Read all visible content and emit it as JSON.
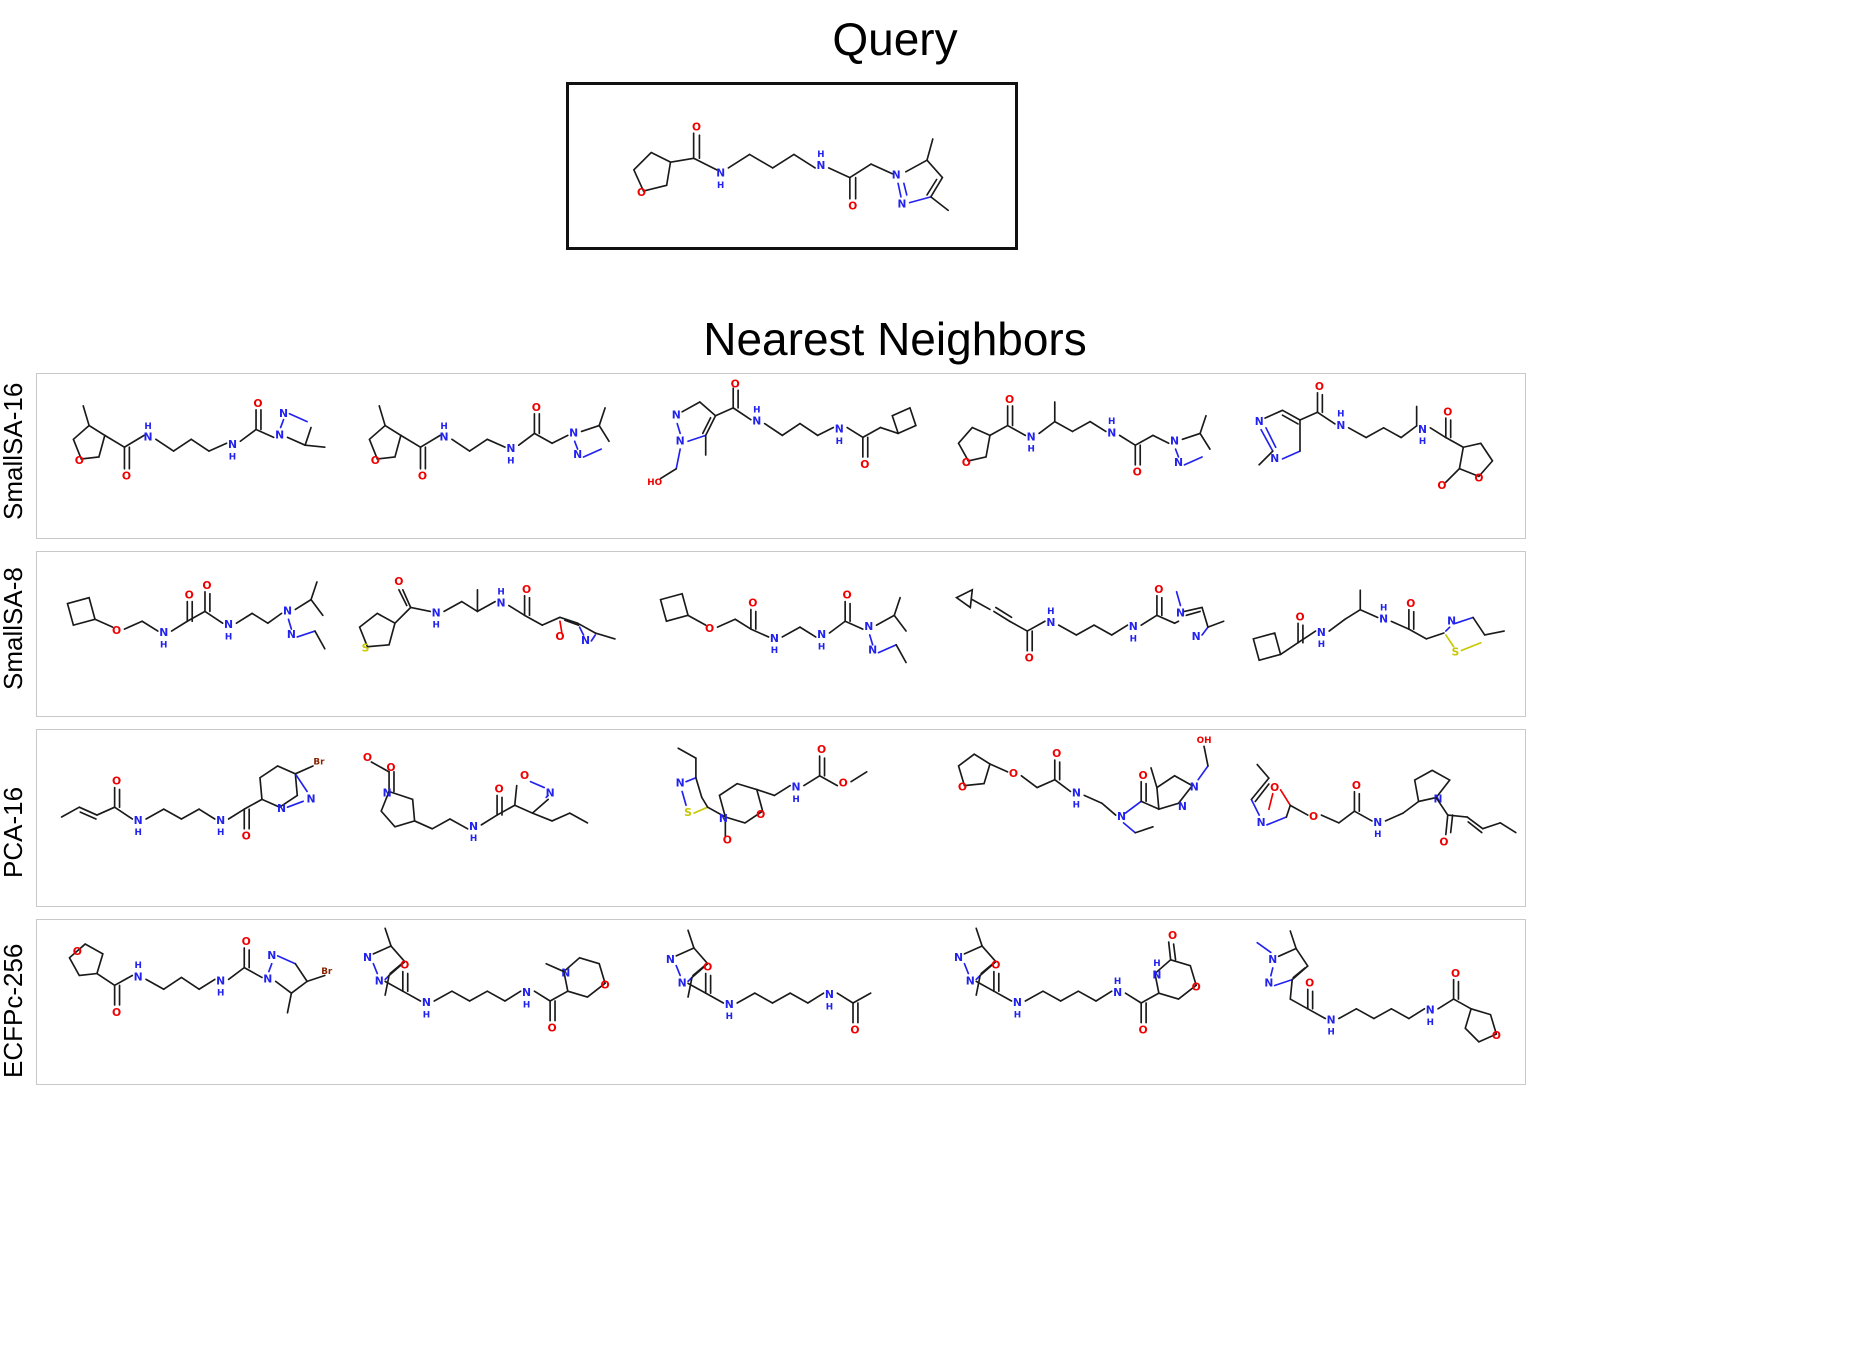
{
  "figure": {
    "query_title": "Query",
    "neighbors_title": "Nearest Neighbors"
  },
  "query": {
    "name": "query-molecule",
    "description": "N-(4-{[2-(3,5-dimethyl-1H-pyrazol-1-yl)acetyl]amino}butyl)oxolane-3-carboxamide",
    "fragments": [
      "tetrahydrofuran-3-carboxamide",
      "butane-1,4-diamine linker",
      "glycinamide",
      "3,5-dimethylpyrazole"
    ],
    "atom_labels": [
      "O",
      "O",
      "N",
      "H",
      "N",
      "H",
      "O",
      "N",
      "N"
    ]
  },
  "colors": {
    "oxygen": "#ee0000",
    "nitrogen": "#2222ee",
    "sulfur": "#c8c800",
    "bromine": "#882200",
    "carbon": "#1a1a1a",
    "panel_border": "#c9c9c9",
    "query_border": "#111111",
    "background": "#ffffff"
  },
  "rows": [
    {
      "label": "SmallSA-16",
      "molecules": [
        {
          "id": "ssa16-nn1",
          "description": "5-methyloxolane-3-carboxamide linked by butyl diamine to 4-methylpyrazol-1-yl acetamide",
          "atom_labels": [
            "O",
            "O",
            "N",
            "H",
            "N",
            "H",
            "O",
            "N",
            "N"
          ]
        },
        {
          "id": "ssa16-nn2",
          "description": "5-methyloxolane-3-carboxamide linked by propyl diamine to 3-methylpyrazol-1-yl propanamide",
          "atom_labels": [
            "O",
            "O",
            "N",
            "H",
            "N",
            "H",
            "O",
            "N",
            "N"
          ]
        },
        {
          "id": "ssa16-nn3",
          "description": "1-(2-hydroxyethyl)-5-methylpyrazole-4-carboxamide with butyl diamine and cyclobutyl acetamide",
          "atom_labels": [
            "N",
            "N",
            "HO",
            "O",
            "N",
            "H",
            "N",
            "H",
            "O"
          ]
        },
        {
          "id": "ssa16-nn4",
          "description": "oxolane-3-carboxamide with branched methylbutyl diamine to 3-methylpyrazol-1-yl propanamide",
          "atom_labels": [
            "O",
            "O",
            "N",
            "H",
            "N",
            "H",
            "O",
            "N",
            "N"
          ]
        },
        {
          "id": "ssa16-nn5",
          "description": "5-methylpyrimidine-2-carboxamide, butyl chain, branched amide to oxolan-2-one",
          "atom_labels": [
            "N",
            "N",
            "O",
            "N",
            "H",
            "N",
            "H",
            "O",
            "O",
            "O"
          ]
        }
      ]
    },
    {
      "label": "SmallSA-8",
      "molecules": [
        {
          "id": "ssa8-nn1",
          "description": "cyclobutoxyethyl oxamide linked to propyl 3,5-dimethylpyrazole",
          "atom_labels": [
            "O",
            "O",
            "N",
            "H",
            "O",
            "N",
            "H",
            "N",
            "N"
          ]
        },
        {
          "id": "ssa8-nn2",
          "description": "thiolane-2-carboxamide with branched butyl chain to 2-methyloxazol-5-yl propanamide",
          "atom_labels": [
            "O",
            "S",
            "N",
            "H",
            "O",
            "N",
            "H",
            "O",
            "N"
          ]
        },
        {
          "id": "ssa8-nn3",
          "description": "cyclobutoxy propanamide, ethylenediamine, 3,5-dimethylpyrazol-1-yl acetamide",
          "atom_labels": [
            "O",
            "O",
            "N",
            "H",
            "N",
            "H",
            "O",
            "N",
            "N"
          ]
        },
        {
          "id": "ssa8-nn4",
          "description": "cyclopropyl propynamide with pentyl chain to 1,2-dimethylimidazole-5-carboxamide",
          "atom_labels": [
            "O",
            "N",
            "H",
            "N",
            "H",
            "O",
            "N",
            "N"
          ]
        },
        {
          "id": "ssa8-nn5",
          "description": "cyclobutyl acetamide, branched methylpropyl diamine, 4-methylthiazol-2-yl acetamide",
          "atom_labels": [
            "O",
            "N",
            "H",
            "N",
            "H",
            "O",
            "N",
            "S"
          ]
        }
      ]
    },
    {
      "label": "PCA-16",
      "molecules": [
        {
          "id": "pca16-nn1",
          "description": "pent-2-enamide with butyl diamine to bromo-tetrahydroimidazopyridine carboxamide",
          "atom_labels": [
            "O",
            "N",
            "H",
            "N",
            "H",
            "O",
            "N",
            "N",
            "Br"
          ]
        },
        {
          "id": "pca16-nn2",
          "description": "methoxyacetyl pyrrolidine with propyl linker to propyl-oxazole carboxamide",
          "atom_labels": [
            "O",
            "O",
            "N",
            "N",
            "H",
            "O",
            "N"
          ]
        },
        {
          "id": "pca16-nn3",
          "description": "butyl-thiazole carbonyl morpholine with methoxyacetamide",
          "atom_labels": [
            "N",
            "S",
            "O",
            "N",
            "O",
            "N",
            "H",
            "O",
            "O"
          ]
        },
        {
          "id": "pca16-nn4",
          "description": "oxolanyloxy acetamide, ethyl diamine, N-ethyl hydroxyethyl-methylpyrazole carboxamide",
          "atom_labels": [
            "O",
            "O",
            "O",
            "N",
            "H",
            "N",
            "O",
            "N",
            "N",
            "OH"
          ]
        },
        {
          "id": "pca16-nn5",
          "description": "methyloxazolyl methoxy acetamide with ethyl pyrrolidine hexenoyl",
          "atom_labels": [
            "O",
            "N",
            "O",
            "O",
            "N",
            "H",
            "N",
            "O"
          ]
        }
      ]
    },
    {
      "label": "ECFPc-256",
      "molecules": [
        {
          "id": "ecfp256-nn1",
          "description": "oxolane-3-carboxamide, butyl diamine, 4-bromo-5-methylpyrazol-1-yl acetamide",
          "atom_labels": [
            "O",
            "O",
            "N",
            "H",
            "N",
            "H",
            "O",
            "N",
            "N",
            "Br"
          ]
        },
        {
          "id": "ecfp256-nn2",
          "description": "3,5-dimethylpyrazol-1-yl acetamide, butyl diamine, 4-methylmorpholine-3-carboxamide",
          "atom_labels": [
            "N",
            "N",
            "O",
            "N",
            "H",
            "N",
            "H",
            "O",
            "N",
            "O"
          ]
        },
        {
          "id": "ecfp256-nn3",
          "description": "3,5-dimethylpyrazol-1-yl acetamide with butyl diamine and acetamide cap",
          "atom_labels": [
            "N",
            "N",
            "O",
            "N",
            "H",
            "N",
            "H",
            "O"
          ]
        },
        {
          "id": "ecfp256-nn4",
          "description": "3,5-dimethylpyrazol-1-yl acetamide, butyl diamine, oxo-morpholine-carboxamide",
          "atom_labels": [
            "N",
            "N",
            "O",
            "N",
            "H",
            "N",
            "H",
            "O",
            "N",
            "H",
            "O",
            "O"
          ]
        },
        {
          "id": "ecfp256-nn5",
          "description": "1,3-dimethylpyrazol-5-yl acetamide, butyl diamine, oxolane-3-carboxamide",
          "atom_labels": [
            "N",
            "N",
            "O",
            "N",
            "H",
            "N",
            "H",
            "O",
            "O"
          ]
        }
      ]
    }
  ]
}
